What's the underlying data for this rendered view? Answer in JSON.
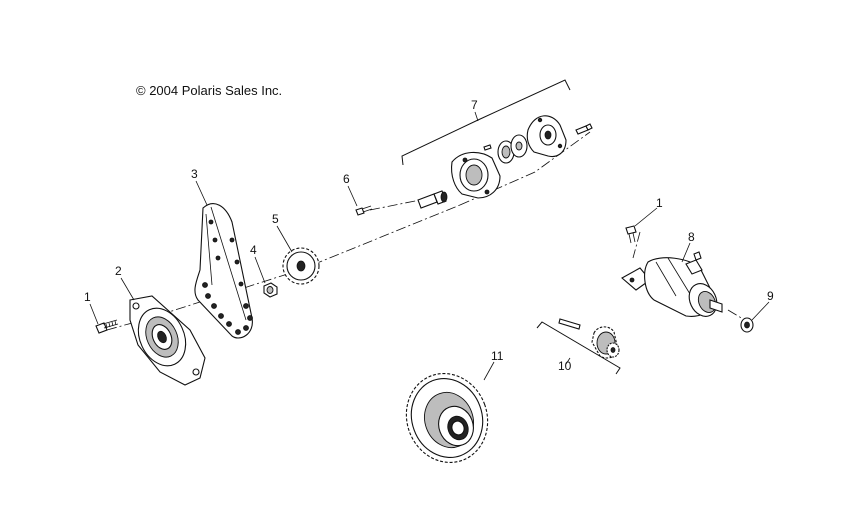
{
  "copyright": "© 2004 Polaris Sales Inc.",
  "callouts": {
    "c1a": "1",
    "c1b": "1",
    "c2": "2",
    "c3": "3",
    "c4": "4",
    "c5": "5",
    "c6": "6",
    "c7": "7",
    "c8": "8",
    "c9": "9",
    "c10": "10",
    "c11": "11"
  }
}
